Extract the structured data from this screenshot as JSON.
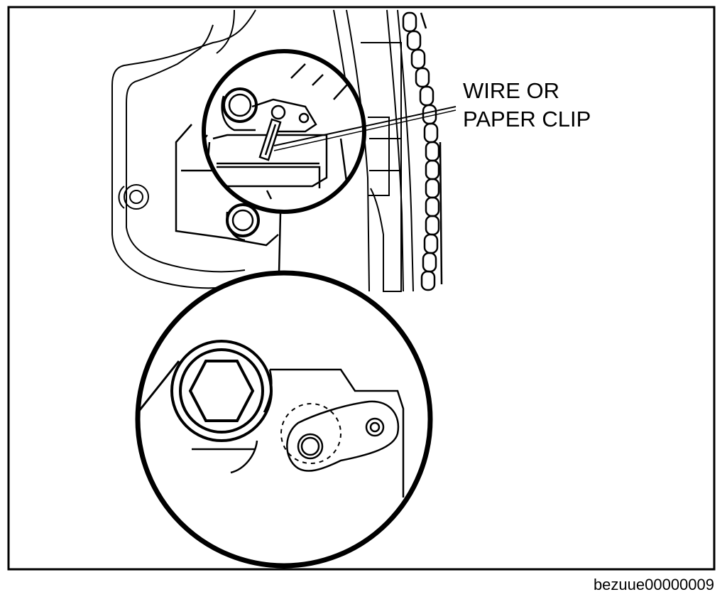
{
  "callout": {
    "line1": "WIRE OR",
    "line2": "PAPER CLIP"
  },
  "figure_code": "bezuue00000009"
}
